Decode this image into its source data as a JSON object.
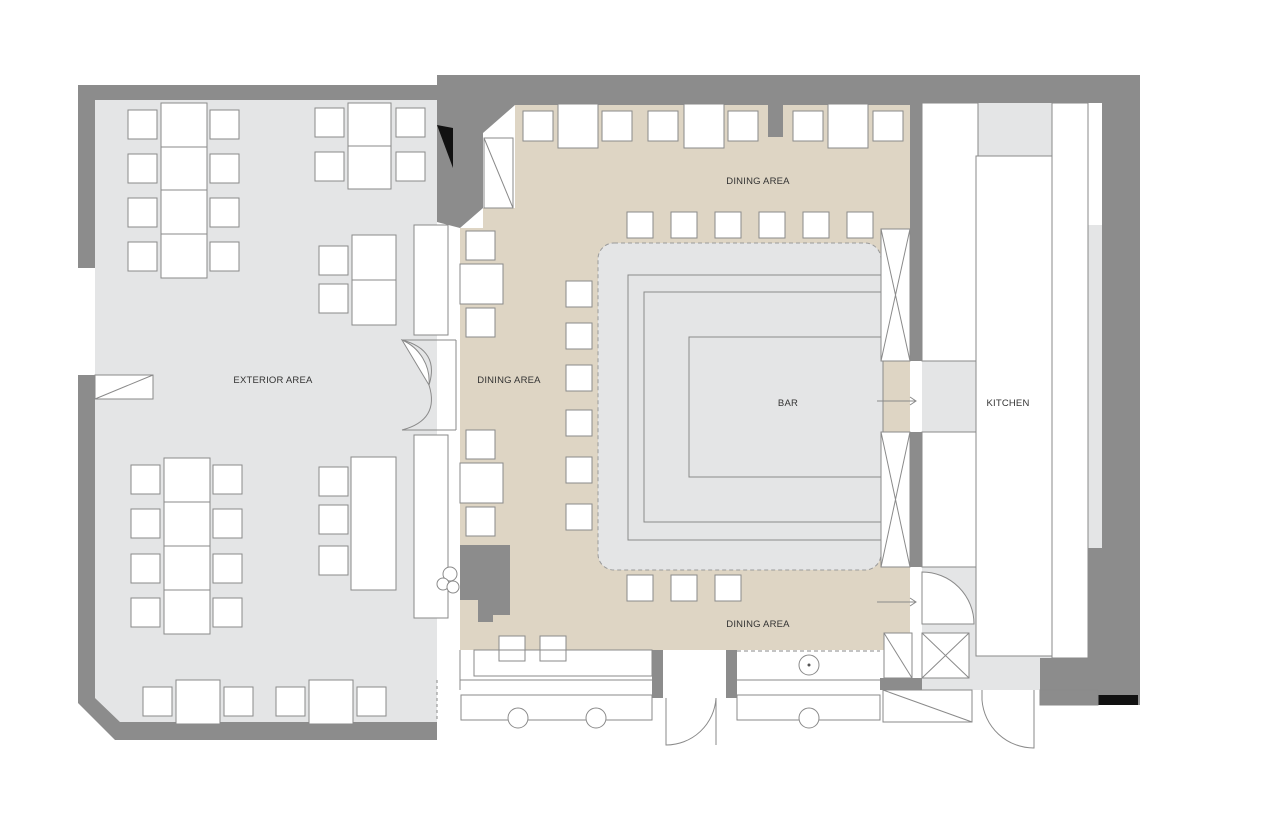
{
  "rooms": {
    "exterior": "EXTERIOR AREA",
    "dining_top": "DINING AREA",
    "dining_left": "DINING AREA",
    "dining_bottom": "DINING AREA",
    "bar": "BAR",
    "kitchen": "KITCHEN"
  },
  "colors": {
    "wall": "#8c8c8c",
    "exterior_floor": "#e4e5e6",
    "dining_floor": "#ded5c4",
    "bar_floor": "#e4e5e6",
    "kitchen_floor": "#e4e5e6",
    "furniture": "#ffffff",
    "line": "#8a8a8a"
  }
}
